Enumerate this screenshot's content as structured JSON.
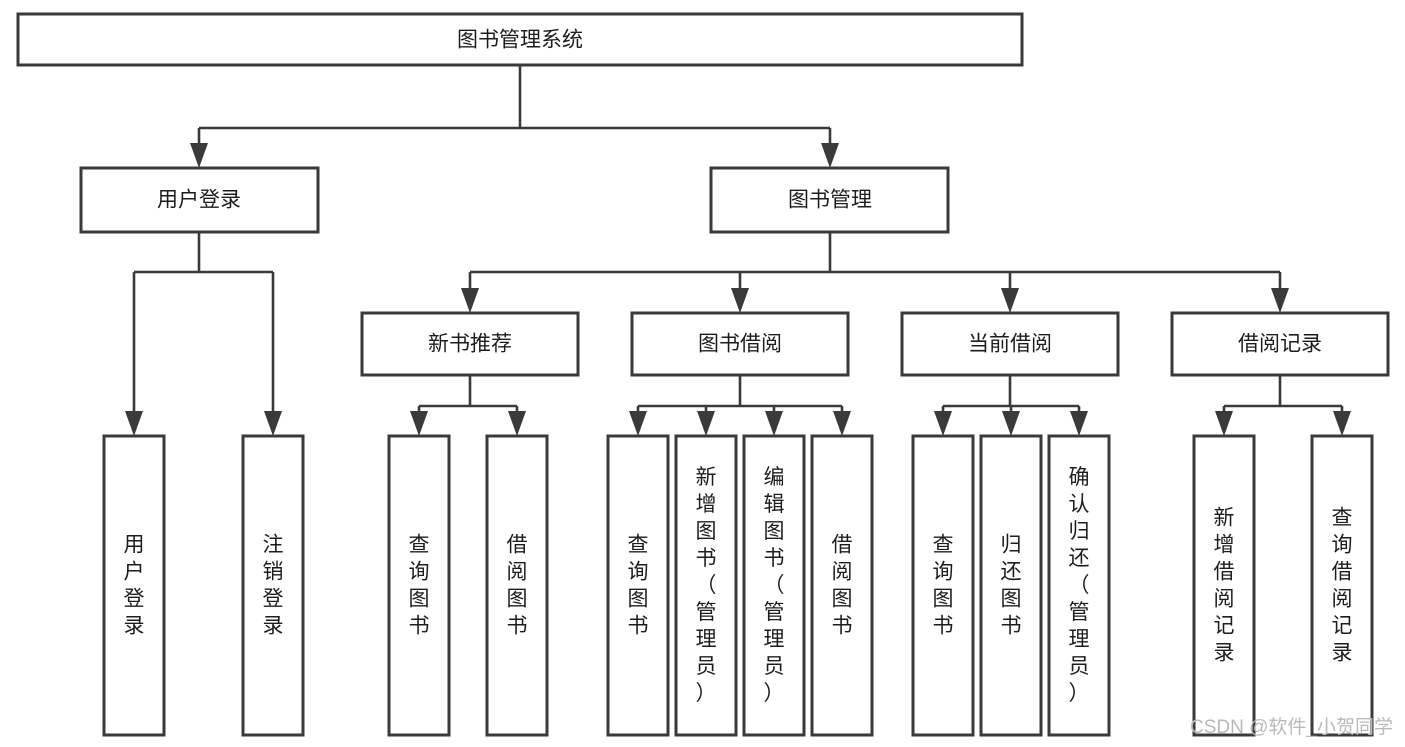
{
  "diagram": {
    "title": "图书管理系统",
    "type": "tree",
    "orientation": "top-down",
    "colors": {
      "box_stroke": "#3a3a3a",
      "box_fill": "#ffffff",
      "connector": "#3a3a3a",
      "text": "#1d1d1d",
      "watermark": "#b9b9b9",
      "background": "#ffffff"
    },
    "root": {
      "id": "root",
      "label": "图书管理系统",
      "text_orientation": "horizontal"
    },
    "level2": [
      {
        "id": "user-login",
        "label": "用户登录",
        "text_orientation": "horizontal"
      },
      {
        "id": "book-management",
        "label": "图书管理",
        "text_orientation": "horizontal"
      }
    ],
    "level3": [
      {
        "id": "new-book-recommend",
        "label": "新书推荐",
        "parent": "book-management",
        "text_orientation": "horizontal"
      },
      {
        "id": "book-borrow",
        "label": "图书借阅",
        "parent": "book-management",
        "text_orientation": "horizontal"
      },
      {
        "id": "current-borrow",
        "label": "当前借阅",
        "parent": "book-management",
        "text_orientation": "horizontal"
      },
      {
        "id": "borrow-record",
        "label": "借阅记录",
        "parent": "book-management",
        "text_orientation": "horizontal"
      }
    ],
    "leaves": [
      {
        "id": "leaf-user-login",
        "label": "用户登录",
        "parent": "user-login",
        "text_orientation": "vertical"
      },
      {
        "id": "leaf-logout-login",
        "label": "注销登录",
        "parent": "user-login",
        "text_orientation": "vertical"
      },
      {
        "id": "leaf-query-book-1",
        "label": "查询图书",
        "parent": "new-book-recommend",
        "text_orientation": "vertical"
      },
      {
        "id": "leaf-borrow-book-1",
        "label": "借阅图书",
        "parent": "new-book-recommend",
        "text_orientation": "vertical"
      },
      {
        "id": "leaf-query-book-2",
        "label": "查询图书",
        "parent": "book-borrow",
        "text_orientation": "vertical"
      },
      {
        "id": "leaf-add-book-admin",
        "label": "新增图书（管理员）",
        "parent": "book-borrow",
        "text_orientation": "vertical"
      },
      {
        "id": "leaf-edit-book-admin",
        "label": "编辑图书（管理员）",
        "parent": "book-borrow",
        "text_orientation": "vertical"
      },
      {
        "id": "leaf-borrow-book-2",
        "label": "借阅图书",
        "parent": "book-borrow",
        "text_orientation": "vertical"
      },
      {
        "id": "leaf-query-book-3",
        "label": "查询图书",
        "parent": "current-borrow",
        "text_orientation": "vertical"
      },
      {
        "id": "leaf-return-book",
        "label": "归还图书",
        "parent": "current-borrow",
        "text_orientation": "vertical"
      },
      {
        "id": "leaf-confirm-return-admin",
        "label": "确认归还（管理员）",
        "parent": "current-borrow",
        "text_orientation": "vertical"
      },
      {
        "id": "leaf-add-borrow-record",
        "label": "新增借阅记录",
        "parent": "borrow-record",
        "text_orientation": "vertical"
      },
      {
        "id": "leaf-query-borrow-record",
        "label": "查询借阅记录",
        "parent": "borrow-record",
        "text_orientation": "vertical"
      }
    ]
  },
  "watermark": {
    "label": "CSDN @软件_小贺同学"
  }
}
